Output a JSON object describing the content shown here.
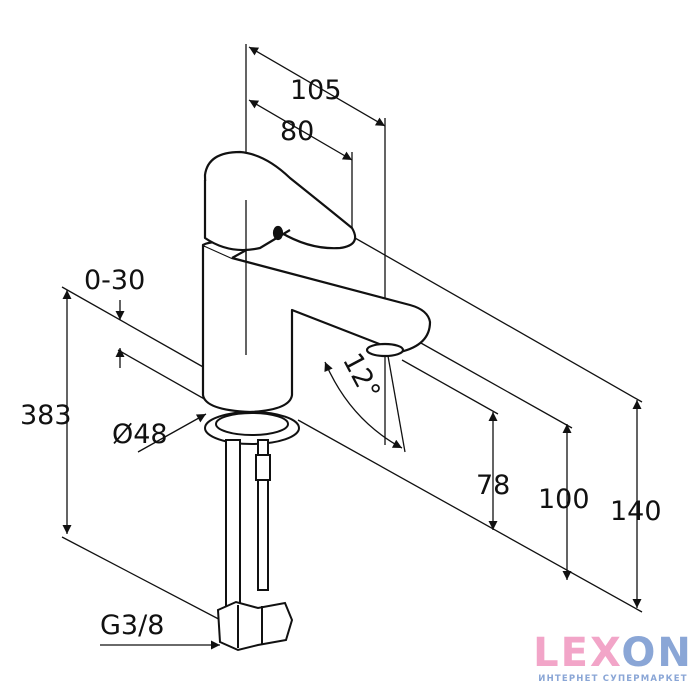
{
  "drawing": {
    "dimensions": {
      "reach_total": "105",
      "reach_handle": "80",
      "height_total": "383",
      "tilt_range": "0-30",
      "base_diameter": "Ø48",
      "spout_angle": "12°",
      "spout_height": "78",
      "height_100": "100",
      "height_140": "140",
      "connection": "G3/8"
    }
  },
  "logo": {
    "word_pink": "LEX",
    "word_blue": "ON",
    "subtitle": "ИНТЕРНЕТ СУПЕРМАРКЕТ",
    "colors": {
      "pink": "#f2a5c8",
      "blue": "#8aa6d6"
    }
  }
}
